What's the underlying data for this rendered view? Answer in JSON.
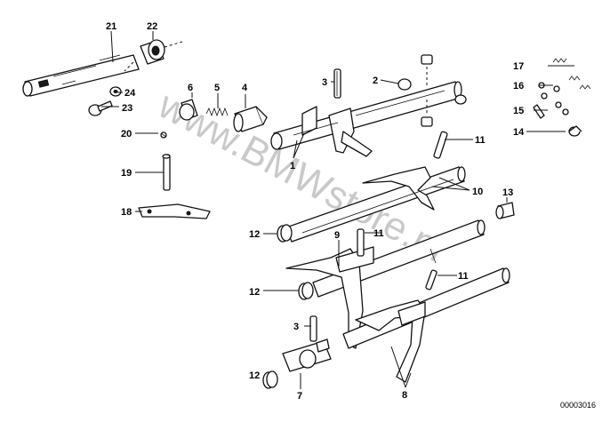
{
  "diagram": {
    "callouts": [
      "1",
      "2",
      "3",
      "3",
      "4",
      "5",
      "6",
      "7",
      "8",
      "9",
      "10",
      "11",
      "11",
      "11",
      "12",
      "12",
      "12",
      "13",
      "14",
      "15",
      "16",
      "17",
      "18",
      "19",
      "20",
      "21",
      "22",
      "23",
      "24"
    ],
    "drawing_number": "00003016",
    "watermark": "www.BMWstore.pl"
  },
  "colors": {
    "line": "#111111",
    "background": "#ffffff",
    "watermark": "#b8b8b8"
  }
}
